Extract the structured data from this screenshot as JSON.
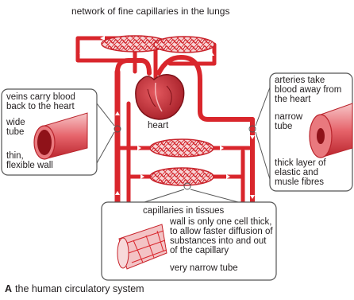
{
  "diagram": {
    "top_label": "network of fine capillaries in the lungs",
    "heart_label": "heart",
    "veins": {
      "heading_line1": "veins carry blood",
      "heading_line2": "back to the heart",
      "wide_line1": "wide",
      "wide_line2": "tube",
      "wall_line1": "thin,",
      "wall_line2": "flexible wall"
    },
    "arteries": {
      "heading_line1": "arteries take",
      "heading_line2": "blood away from",
      "heading_line3": "the heart",
      "narrow_line1": "narrow",
      "narrow_line2": "tube",
      "layer_line1": "thick layer of",
      "layer_line2": "elastic and",
      "layer_line3": "musle fibres"
    },
    "capillaries": {
      "heading": "capillaries in tissues",
      "wall_line1": "wall is only one cell thick,",
      "wall_line2": "to allow faster diffusion of",
      "wall_line3": "substances into and out",
      "wall_line4": "of the capillary",
      "narrow": "very narrow tube"
    }
  },
  "caption": {
    "letter": "A",
    "text": "the human circulatory system"
  },
  "colors": {
    "vessel": "#d9262c",
    "vessel_dark": "#a81b20",
    "heart": "#c82430",
    "box_border": "#555555",
    "capillary_fill": "#f3c3c5"
  }
}
